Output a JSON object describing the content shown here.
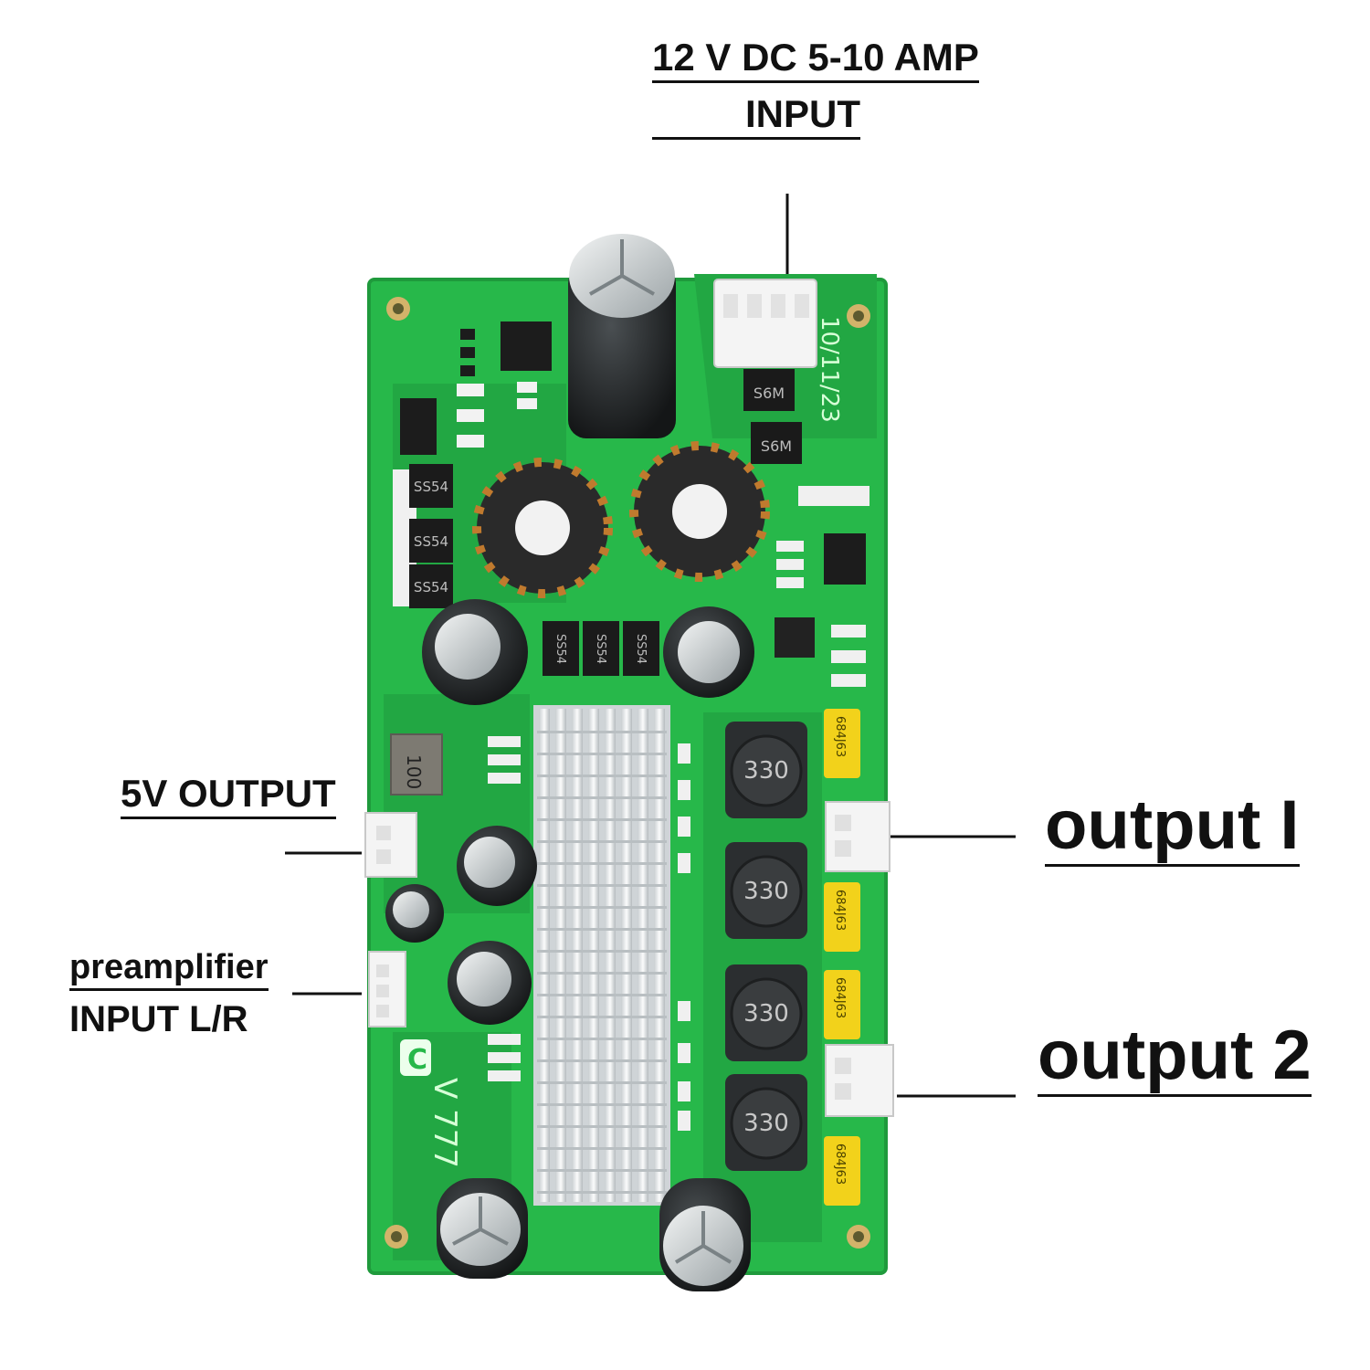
{
  "callouts": {
    "power_input": {
      "line1": "12 V DC 5-10 AMP",
      "line2": "INPUT"
    },
    "five_volt_output": {
      "label": "5V OUTPUT"
    },
    "preamp_input": {
      "line1": "preamplifier",
      "line2": "INPUT L/R"
    },
    "output_1": {
      "label": "output I"
    },
    "output_2": {
      "label": "output 2"
    }
  },
  "board": {
    "brand_logo": "C",
    "model": "V 777",
    "date_code": "10/11/23",
    "inductor_marking": "330",
    "film_cap_marking": "684J63",
    "schottky_marking": "SS54",
    "small_inductor_marking": "100",
    "top_diode_marking": "S6M"
  },
  "colors": {
    "pcb": "#27b84a",
    "pcb_dark": "#1f9a3c",
    "heatsink": "#e4e8ea",
    "film_cap": "#f2d21b",
    "inductor": "#3a3d3f",
    "connector": "#f4f4f4",
    "copper": "#c07a2e"
  }
}
